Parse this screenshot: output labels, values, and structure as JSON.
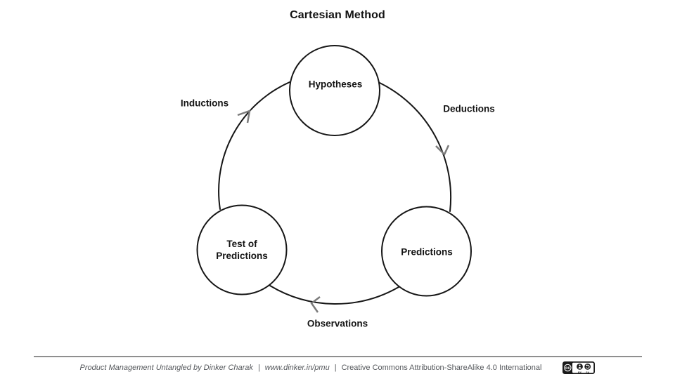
{
  "title": "Cartesian Method",
  "diagram": {
    "nodes": [
      {
        "id": "hypotheses",
        "label": "Hypotheses"
      },
      {
        "id": "predictions",
        "label": "Predictions"
      },
      {
        "id": "test-of-predictions",
        "label": "Test of Predictions"
      }
    ],
    "edges": [
      {
        "id": "deductions",
        "label": "Deductions",
        "from": "Hypotheses",
        "to": "Predictions",
        "direction": "clockwise"
      },
      {
        "id": "observations",
        "label": "Observations",
        "from": "Predictions",
        "to": "Test of Predictions",
        "direction": "clockwise"
      },
      {
        "id": "inductions",
        "label": "Inductions",
        "from": "Test of Predictions",
        "to": "Hypotheses",
        "direction": "clockwise"
      }
    ]
  },
  "footer": {
    "credit": "Product Management Untangled by Dinker Charak",
    "separator": "|",
    "link": "www.dinker.in/pmu",
    "license": "Creative Commons Attribution-ShareAlike 4.0 International",
    "badge": {
      "cc": "cc",
      "by": "BY",
      "sa": "SA"
    }
  },
  "colors": {
    "background": "#ffffff",
    "line": "#161616",
    "arrow": "#7b7b7b",
    "footer_text": "#55585c",
    "rule": "#8f8f8f"
  }
}
